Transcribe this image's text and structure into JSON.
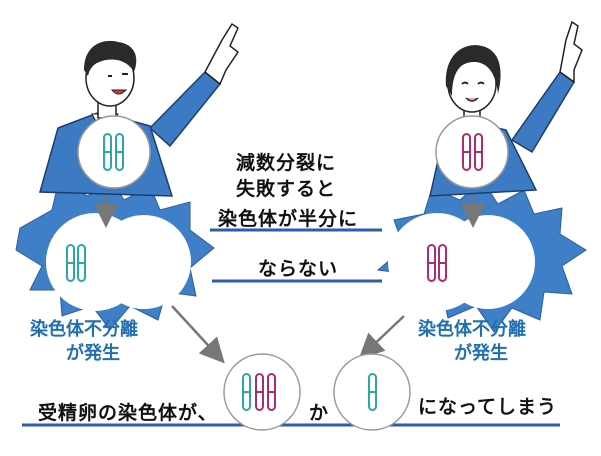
{
  "center_text": {
    "line1": "減数分裂に",
    "line2": "失敗すると",
    "line3": "染色体が半分に",
    "line4": "ならない"
  },
  "left_label": {
    "line1": "染色体不分離",
    "line2": "が発生"
  },
  "right_label": {
    "line1": "染色体不分離",
    "line2": "が発生"
  },
  "bottom": {
    "prefix": "受精卵の染色体が、",
    "middle": "か",
    "suffix": "になってしまう"
  },
  "colors": {
    "starburst": "#3f7fc8",
    "starburst_dark": "#2c5f9e",
    "teal_chromosome": "#2aa8a8",
    "magenta_chromosome": "#b02a70",
    "blue_label": "#1f6fb2",
    "underline": "#2c5bb0",
    "arrow": "#777777",
    "suit": "#3c7ac4"
  }
}
